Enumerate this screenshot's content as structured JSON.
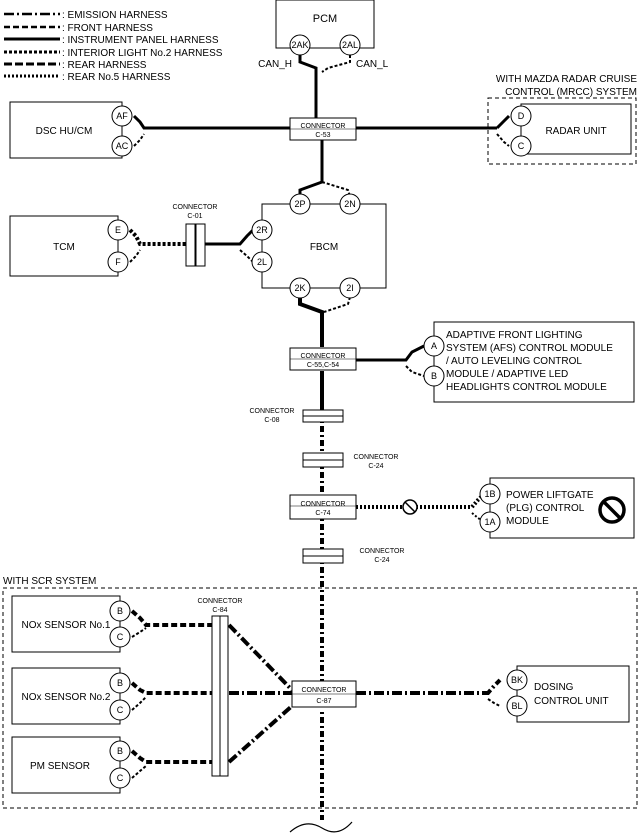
{
  "legend": [
    {
      "label": ": EMISSION HARNESS"
    },
    {
      "label": ": FRONT HARNESS"
    },
    {
      "label": ": INSTRUMENT PANEL HARNESS"
    },
    {
      "label": ": INTERIOR LIGHT No.2 HARNESS"
    },
    {
      "label": ": REAR HARNESS"
    },
    {
      "label": ": REAR No.5 HARNESS"
    }
  ],
  "modules": {
    "pcm": "PCM",
    "dsc": "DSC HU/CM",
    "radar_group": "WITH MAZDA RADAR CRUISE CONTROL (MRCC) SYSTEM",
    "radar_group_l1": "WITH MAZDA RADAR CRUISE",
    "radar_group_l2": "CONTROL (MRCC) SYSTEM",
    "radar": "RADAR UNIT",
    "tcm": "TCM",
    "fbcm": "FBCM",
    "afs": [
      "ADAPTIVE FRONT LIGHTING",
      "SYSTEM (AFS) CONTROL MODULE",
      "/ AUTO LEVELING CONTROL",
      "MODULE / ADAPTIVE LED",
      "HEADLIGHTS CONTROL MODULE"
    ],
    "plg": [
      "POWER LIFTGATE",
      "(PLG) CONTROL",
      "MODULE"
    ],
    "scr_group": "WITH SCR SYSTEM",
    "nox1": "NOx SENSOR No.1",
    "nox2": "NOx SENSOR No.2",
    "pm": "PM SENSOR",
    "dosing": [
      "DOSING",
      "CONTROL UNIT"
    ]
  },
  "signals": {
    "can_h": "CAN_H",
    "can_l": "CAN_L"
  },
  "pins": {
    "pcm_h": "2AK",
    "pcm_l": "2AL",
    "dsc_h": "AF",
    "dsc_l": "AC",
    "radar_h": "D",
    "radar_l": "C",
    "tcm_h": "E",
    "tcm_l": "F",
    "fbcm_top_h": "2P",
    "fbcm_top_l": "2N",
    "fbcm_left_h": "2R",
    "fbcm_left_l": "2L",
    "fbcm_bot_h": "2K",
    "fbcm_bot_l": "2I",
    "afs_h": "A",
    "afs_l": "B",
    "plg_h": "1B",
    "plg_l": "1A",
    "nox1_h": "B",
    "nox1_l": "C",
    "nox2_h": "B",
    "nox2_l": "C",
    "pm_h": "B",
    "pm_l": "C",
    "dosing_h": "BK",
    "dosing_l": "BL"
  },
  "connectors": {
    "c53": [
      "CONNECTOR",
      "C-53"
    ],
    "c01": [
      "CONNECTOR",
      "C-01"
    ],
    "c55": [
      "CONNECTOR",
      "C-55,C-54"
    ],
    "c08": [
      "CONNECTOR",
      "C-08"
    ],
    "c24a": [
      "CONNECTOR",
      "C-24"
    ],
    "c74": [
      "CONNECTOR",
      "C-74"
    ],
    "c24b": [
      "CONNECTOR",
      "C-24"
    ],
    "c84": [
      "CONNECTOR",
      "C-84"
    ],
    "c87": [
      "CONNECTOR",
      "C-87"
    ]
  },
  "icons": {
    "no_entry": "prohibited-icon",
    "plg_symbol": "no-entry-sign-icon"
  }
}
